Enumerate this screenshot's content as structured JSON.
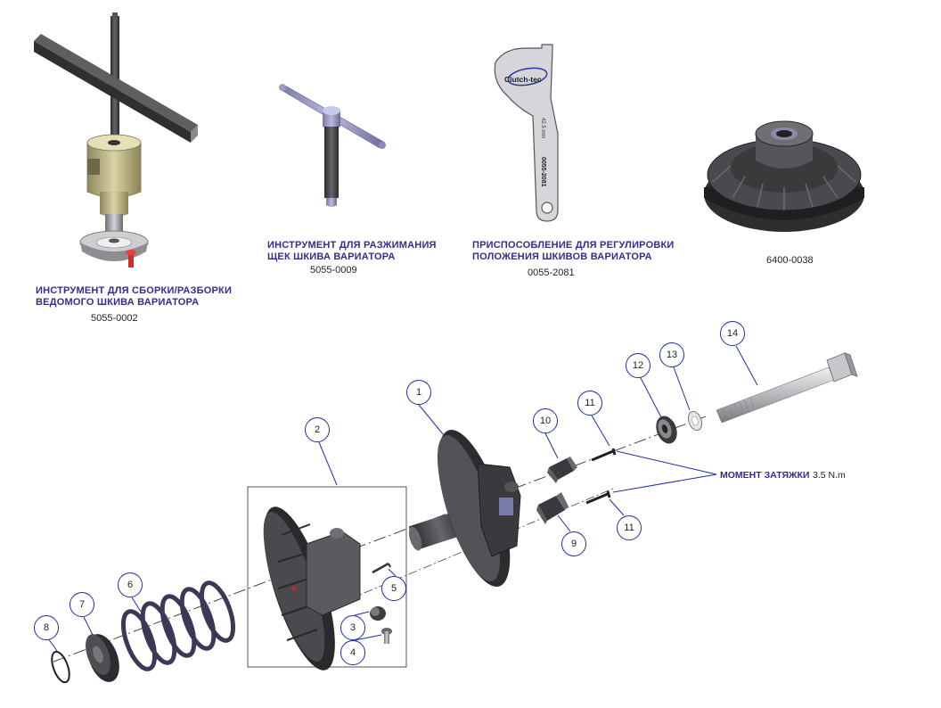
{
  "tools": [
    {
      "caption_line1": "ИНСТРУМЕНТ ДЛЯ СБОРКИ/РАЗБОРКИ",
      "caption_line2": "ВЕДОМОГО ШКИВА ВАРИАТОРА",
      "part_number": "5055-0002"
    },
    {
      "caption_line1": "ИНСТРУМЕНТ ДЛЯ РАЗЖИМАНИЯ",
      "caption_line2": "ЩЕК ШКИВА ВАРИАТОРА",
      "part_number": "5055-0009"
    },
    {
      "caption_line1": "ПРИСПОСОБЛЕНИЕ ДЛЯ РЕГУЛИРОВКИ",
      "caption_line2": "ПОЛОЖЕНИЯ ШКИВОВ ВАРИАТОРА",
      "part_number": "0055-2081"
    },
    {
      "part_number": "6400-0038"
    }
  ],
  "gauge_marks": {
    "brand": "Clutch-tec",
    "engraved_number": "0055-2081",
    "dim": "42.5 mm"
  },
  "callouts": [
    "1",
    "2",
    "3",
    "4",
    "5",
    "6",
    "7",
    "8",
    "9",
    "10",
    "11",
    "11",
    "12",
    "13",
    "14"
  ],
  "torque": {
    "label": "МОМЕНТ ЗАТЯЖКИ",
    "value": "3.5 N.m"
  },
  "colors": {
    "caption": "#3a2a8c",
    "callout_border": "#1d2fa0",
    "part_dark": "#3a3a3e",
    "tool_tan": "#c9c193"
  }
}
